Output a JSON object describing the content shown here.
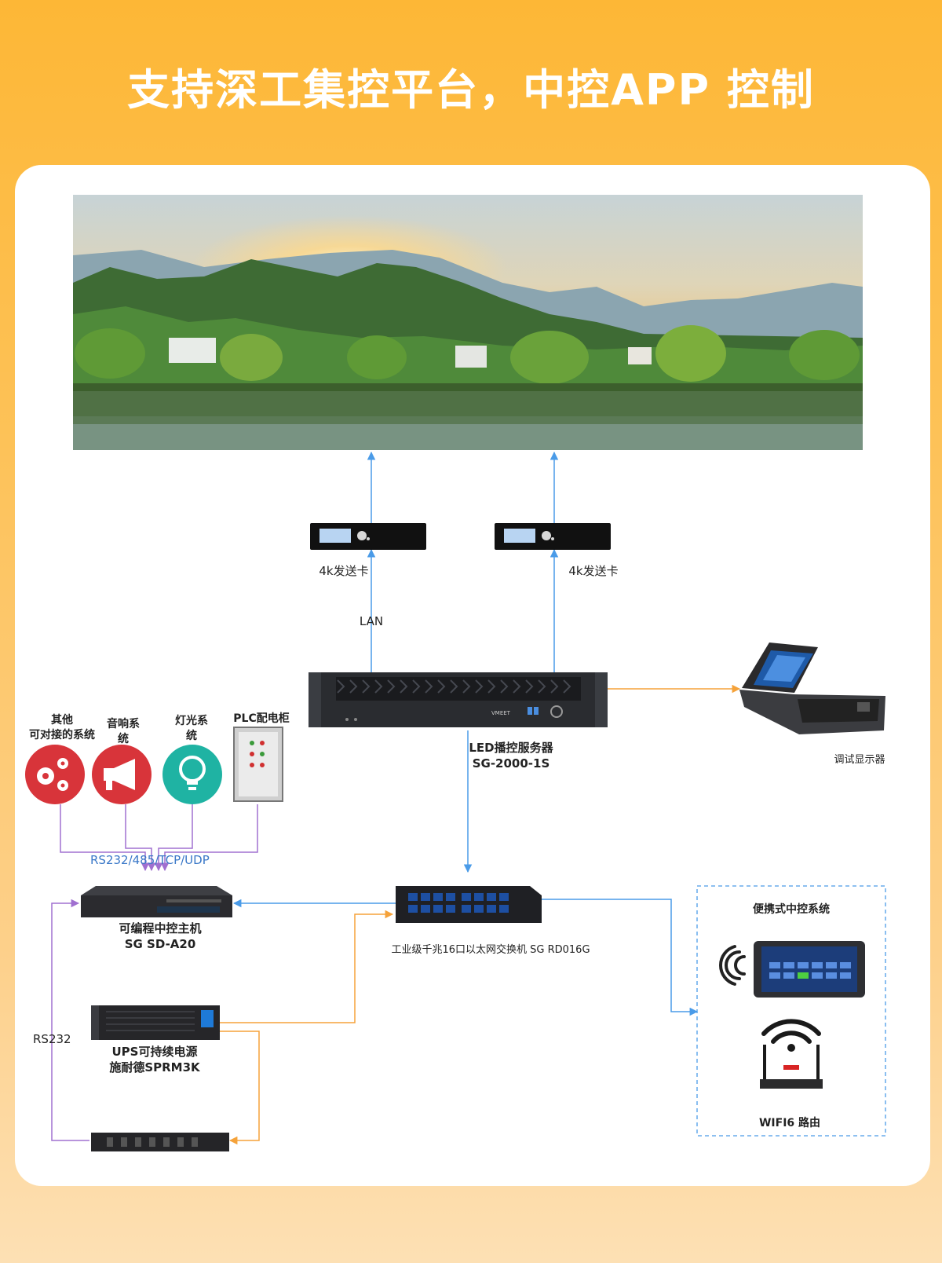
{
  "title": "支持深工集控平台，中控APP 控制",
  "sender_left": "4k发送卡",
  "sender_right": "4k发送卡",
  "lan": "LAN",
  "server": {
    "line1": "LED播控服务器",
    "line2": "SG-2000-1S",
    "brand": "VMEET"
  },
  "debug_monitor": "调试显示器",
  "systems": {
    "other_line1": "其他",
    "other_line2": "可对接的系统",
    "audio_line1": "音响系",
    "audio_line2": "统",
    "light_line1": "灯光系",
    "light_line2": "统",
    "plc": "PLC配电柜"
  },
  "protocols": "RS232/485/TCP/UDP",
  "controller": {
    "line1": "可编程中控主机",
    "line2": "SG SD-A20"
  },
  "switch": {
    "label": "工业级千兆16口以太网交换机 SG RD016G"
  },
  "ups": {
    "line1": "UPS可持续电源",
    "line2": "施耐德SPRM3K"
  },
  "rs232": "RS232",
  "portable": {
    "title": "便携式中控系统",
    "router": "WIFI6 路由"
  },
  "colors": {
    "blue_line": "#4a9be8",
    "orange_line": "#f5a23a",
    "purple_line": "#a070d0"
  }
}
